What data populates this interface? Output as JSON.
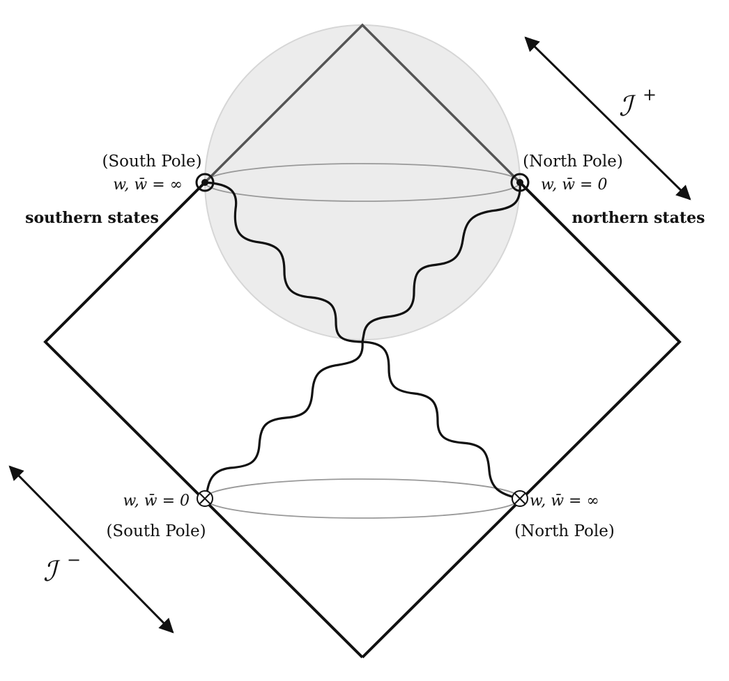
{
  "labels": {
    "south_pole_top": "(South Pole)",
    "north_pole_top": "(North Pole)",
    "south_coord_top": "w, w̄ = ∞",
    "north_coord_top": "w, w̄ = 0",
    "southern_states": "southern states",
    "northern_states": "northern states",
    "south_coord_bottom": "w, w̄ = 0",
    "north_coord_bottom": "w, w̄ = ∞",
    "south_pole_bottom": "(South Pole)",
    "north_pole_bottom": "(North Pole)",
    "scri_plus_base": "ℐ",
    "scri_plus_sup": "+",
    "scri_minus_base": "ℐ",
    "scri_minus_sup": "−"
  },
  "colors": {
    "sphere_fill": "#ececec",
    "sphere_edge": "#d6d6d6",
    "diamond": "#111111",
    "inner_cone": "#555555",
    "ellipse": "#999999"
  },
  "marker_types": {
    "top_left": "dot-in-circle",
    "top_right": "dot-in-circle",
    "bottom_left": "cross-in-circle",
    "bottom_right": "cross-in-circle"
  }
}
